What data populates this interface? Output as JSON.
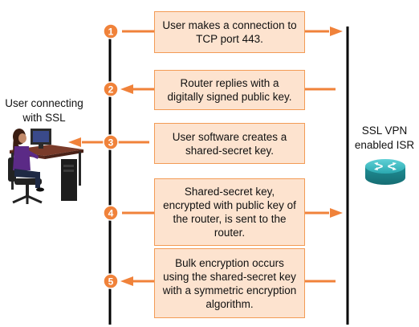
{
  "client_label": "User connecting with SSL",
  "router_label": "SSL VPN enabled ISR",
  "steps": [
    {
      "number": "1",
      "text": "User makes a connection to TCP port 443.",
      "direction": "to-router"
    },
    {
      "number": "2",
      "text": "Router replies with a digitally signed public key.",
      "direction": "to-user"
    },
    {
      "number": "3",
      "text": "User software creates a shared-secret key.",
      "direction": "to-user"
    },
    {
      "number": "4",
      "text": "Shared-secret key, encrypted with public key of the router, is sent to the router.",
      "direction": "to-router"
    },
    {
      "number": "5",
      "text": "Bulk encryption occurs using the shared-secret key with a symmetric encryption algorithm.",
      "direction": "to-user"
    }
  ],
  "colors": {
    "accent": "#f0823a",
    "box_fill": "#fde3cf",
    "box_border": "#f39b55",
    "router": "#2aa9b0"
  },
  "icons": {
    "client": "user-at-computer-desk-icon",
    "router": "router-icon"
  }
}
